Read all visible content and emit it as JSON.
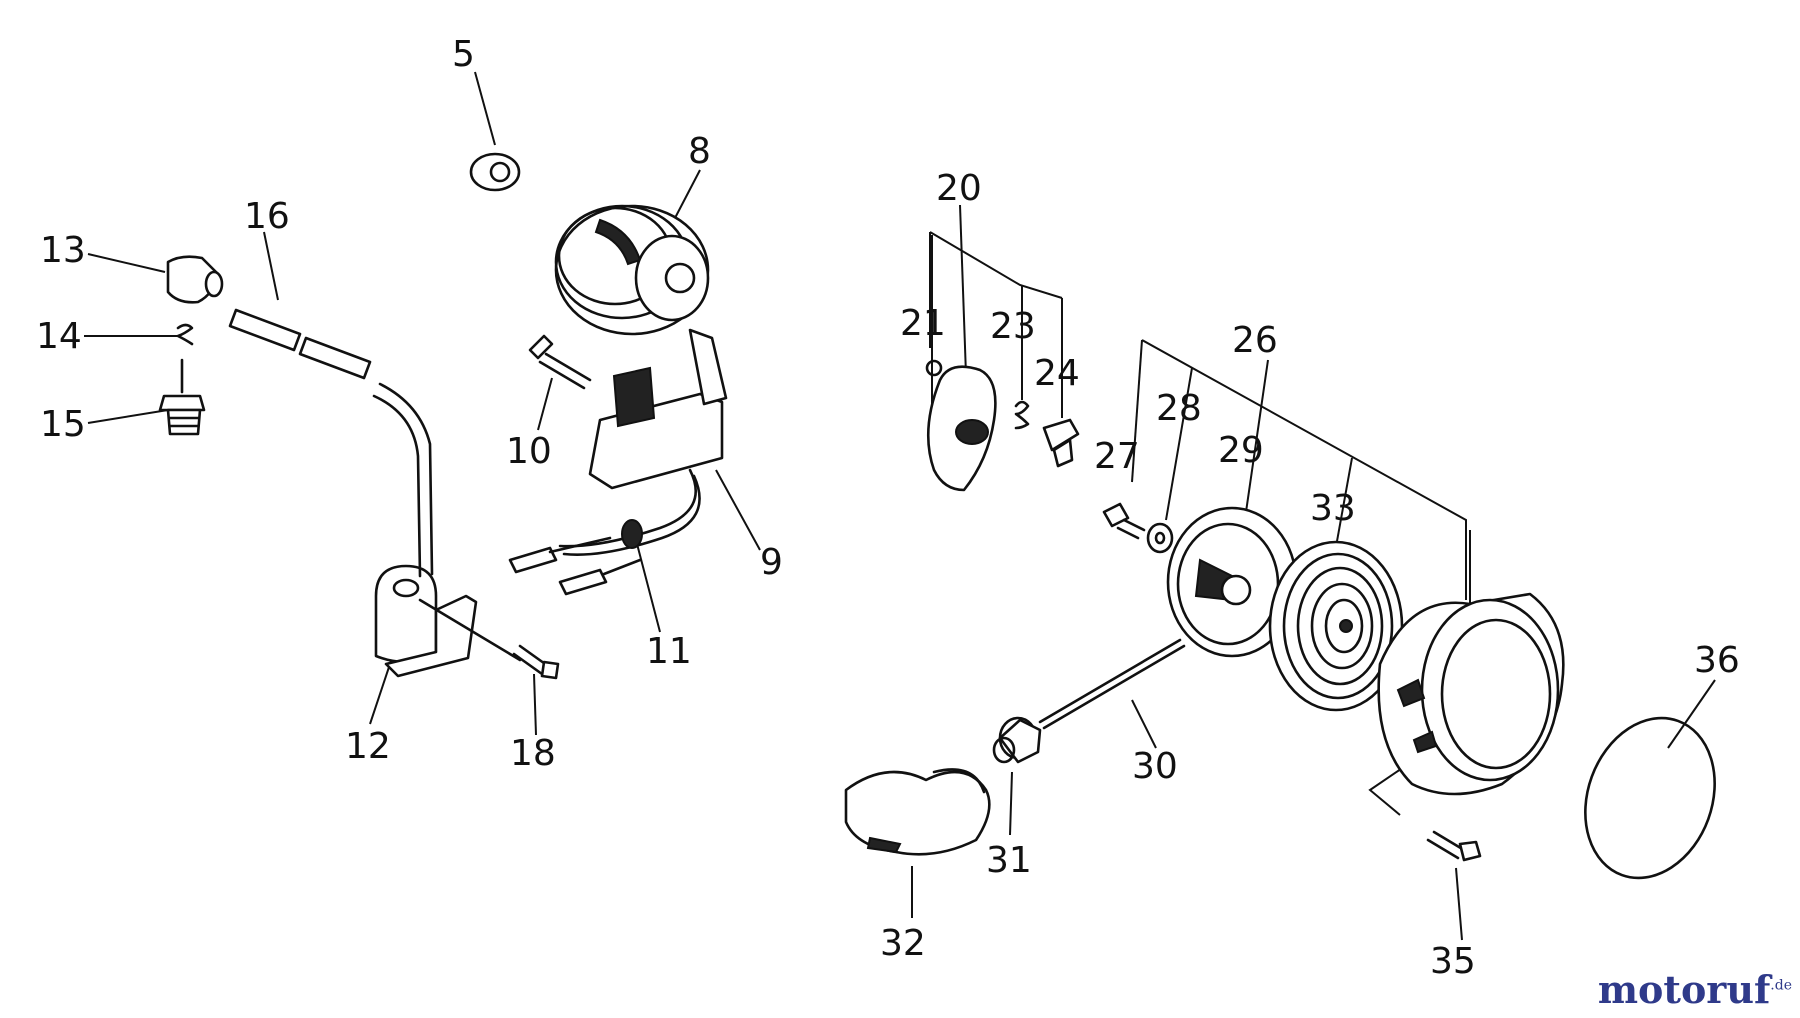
{
  "watermark": {
    "text": "motoruf",
    "suffix": ".de"
  },
  "callouts": [
    "5",
    "8",
    "9",
    "10",
    "11",
    "12",
    "13",
    "14",
    "15",
    "16",
    "18",
    "20",
    "21",
    "23",
    "24",
    "26",
    "27",
    "28",
    "29",
    "30",
    "31",
    "32",
    "33",
    "35",
    "36"
  ]
}
